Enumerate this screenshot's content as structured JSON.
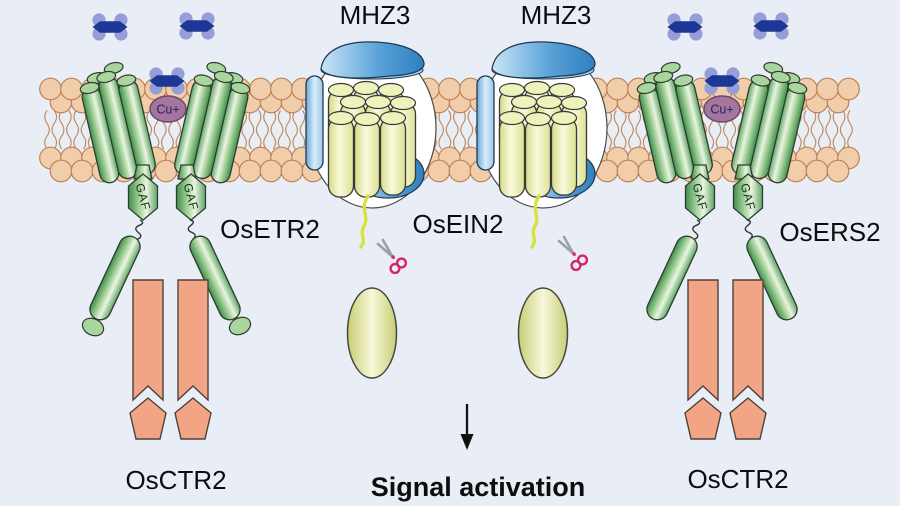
{
  "title": "Ethylene signal activation pathway diagram (rice)",
  "labels": {
    "mhz3_left": "MHZ3",
    "mhz3_right": "MHZ3",
    "receptor_left": "OsETR2",
    "ein2": "OsEIN2",
    "receptor_right": "OsERS2",
    "ctr2_left": "OsCTR2",
    "ctr2_right": "OsCTR2",
    "signal": "Signal activation",
    "gaf": "GAF",
    "copper": "Cu+"
  },
  "colors": {
    "background": "#e9eef6",
    "membrane_head": "#f2cda9",
    "membrane_tail": "#bf8a5a",
    "receptor_green_dark": "#4a9254",
    "receptor_green_light": "#e9f5e1",
    "ein2_yellow": "#e0e394",
    "mhz3_blue": "#2f84c4",
    "copper_purple": "#a6759e",
    "ctr2_salmon": "#f2a585",
    "ethylene_dark": "#1c3796",
    "ethylene_light": "#959ed6",
    "cleaved_tail_yellow": "#d6e23e",
    "scissors_pink": "#d5246e",
    "text": "#0d0d0d"
  },
  "components": {
    "ethylene_molecule_count": 6,
    "receptors": [
      "OsETR2",
      "OsERS2"
    ],
    "membrane_complexes": [
      "MHZ3 + OsEIN2",
      "MHZ3 + OsEIN2"
    ],
    "kinases": [
      "OsCTR2",
      "OsCTR2"
    ],
    "cleavage_icons": 2,
    "cleaved_cterm_ovals": 2,
    "outcome_arrow": "down",
    "outcome": "Signal activation"
  }
}
